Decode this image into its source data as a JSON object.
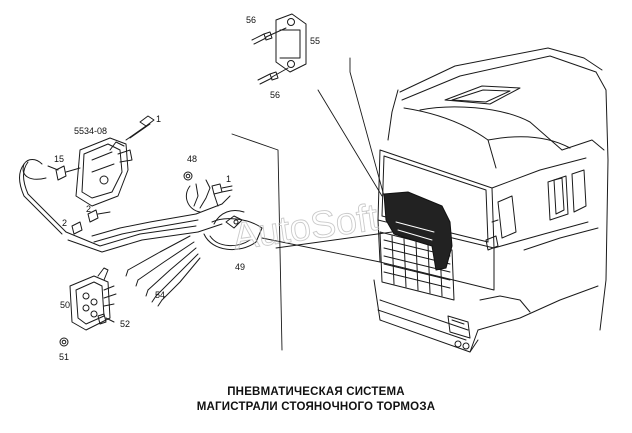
{
  "callouts": {
    "c56a": "56",
    "c55": "55",
    "c56b": "56",
    "c1a": "1",
    "c5534": "5534-08",
    "c15": "15",
    "c48": "48",
    "c1b": "1",
    "c2": "2",
    "c2b": "2",
    "c49": "49",
    "c54": "54",
    "c50": "50",
    "c52": "52",
    "c51": "51"
  },
  "watermark": "AutoSoft",
  "caption": {
    "line1": "ПНЕВМАТИЧЕСКАЯ СИСТЕМА",
    "line2": "МАГИСТРАЛИ СТОЯНОЧНОГО ТОРМОЗА"
  }
}
